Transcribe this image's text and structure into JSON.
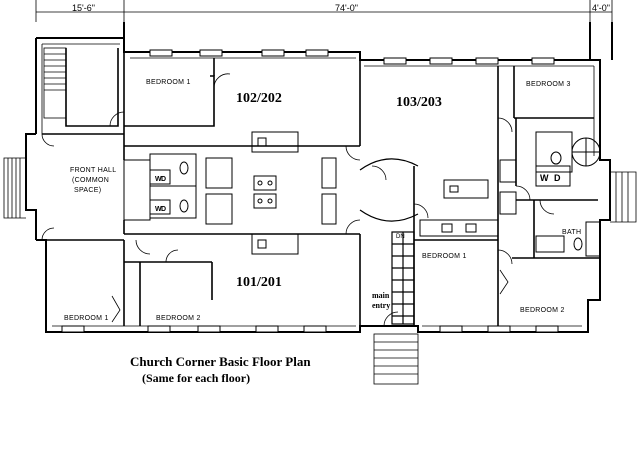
{
  "dimensions": {
    "left": "15'-6\"",
    "middle": "74'-0\"",
    "right": "4'-0\""
  },
  "rooms": {
    "front_hall": [
      "FRONT HALL",
      "(COMMON",
      "SPACE)"
    ],
    "bedroom1_top_left": "BEDROOM 1",
    "bedroom3": "BEDROOM 3",
    "bedroom1_bottom_left": "BEDROOM 1",
    "bedroom2_bottom_left": "BEDROOM 2",
    "bedroom1_right": "BEDROOM 1",
    "bedroom2_right": "BEDROOM 2",
    "bath": "BATH"
  },
  "units": {
    "u102": "102/202",
    "u103": "103/203",
    "u101": "101/201"
  },
  "main_entry": [
    "main",
    "entry"
  ],
  "washer_dryer": [
    "W",
    "D"
  ],
  "stair_label": "DN",
  "title": "Church Corner Basic Floor Plan",
  "subtitle": "(Same for each floor)"
}
